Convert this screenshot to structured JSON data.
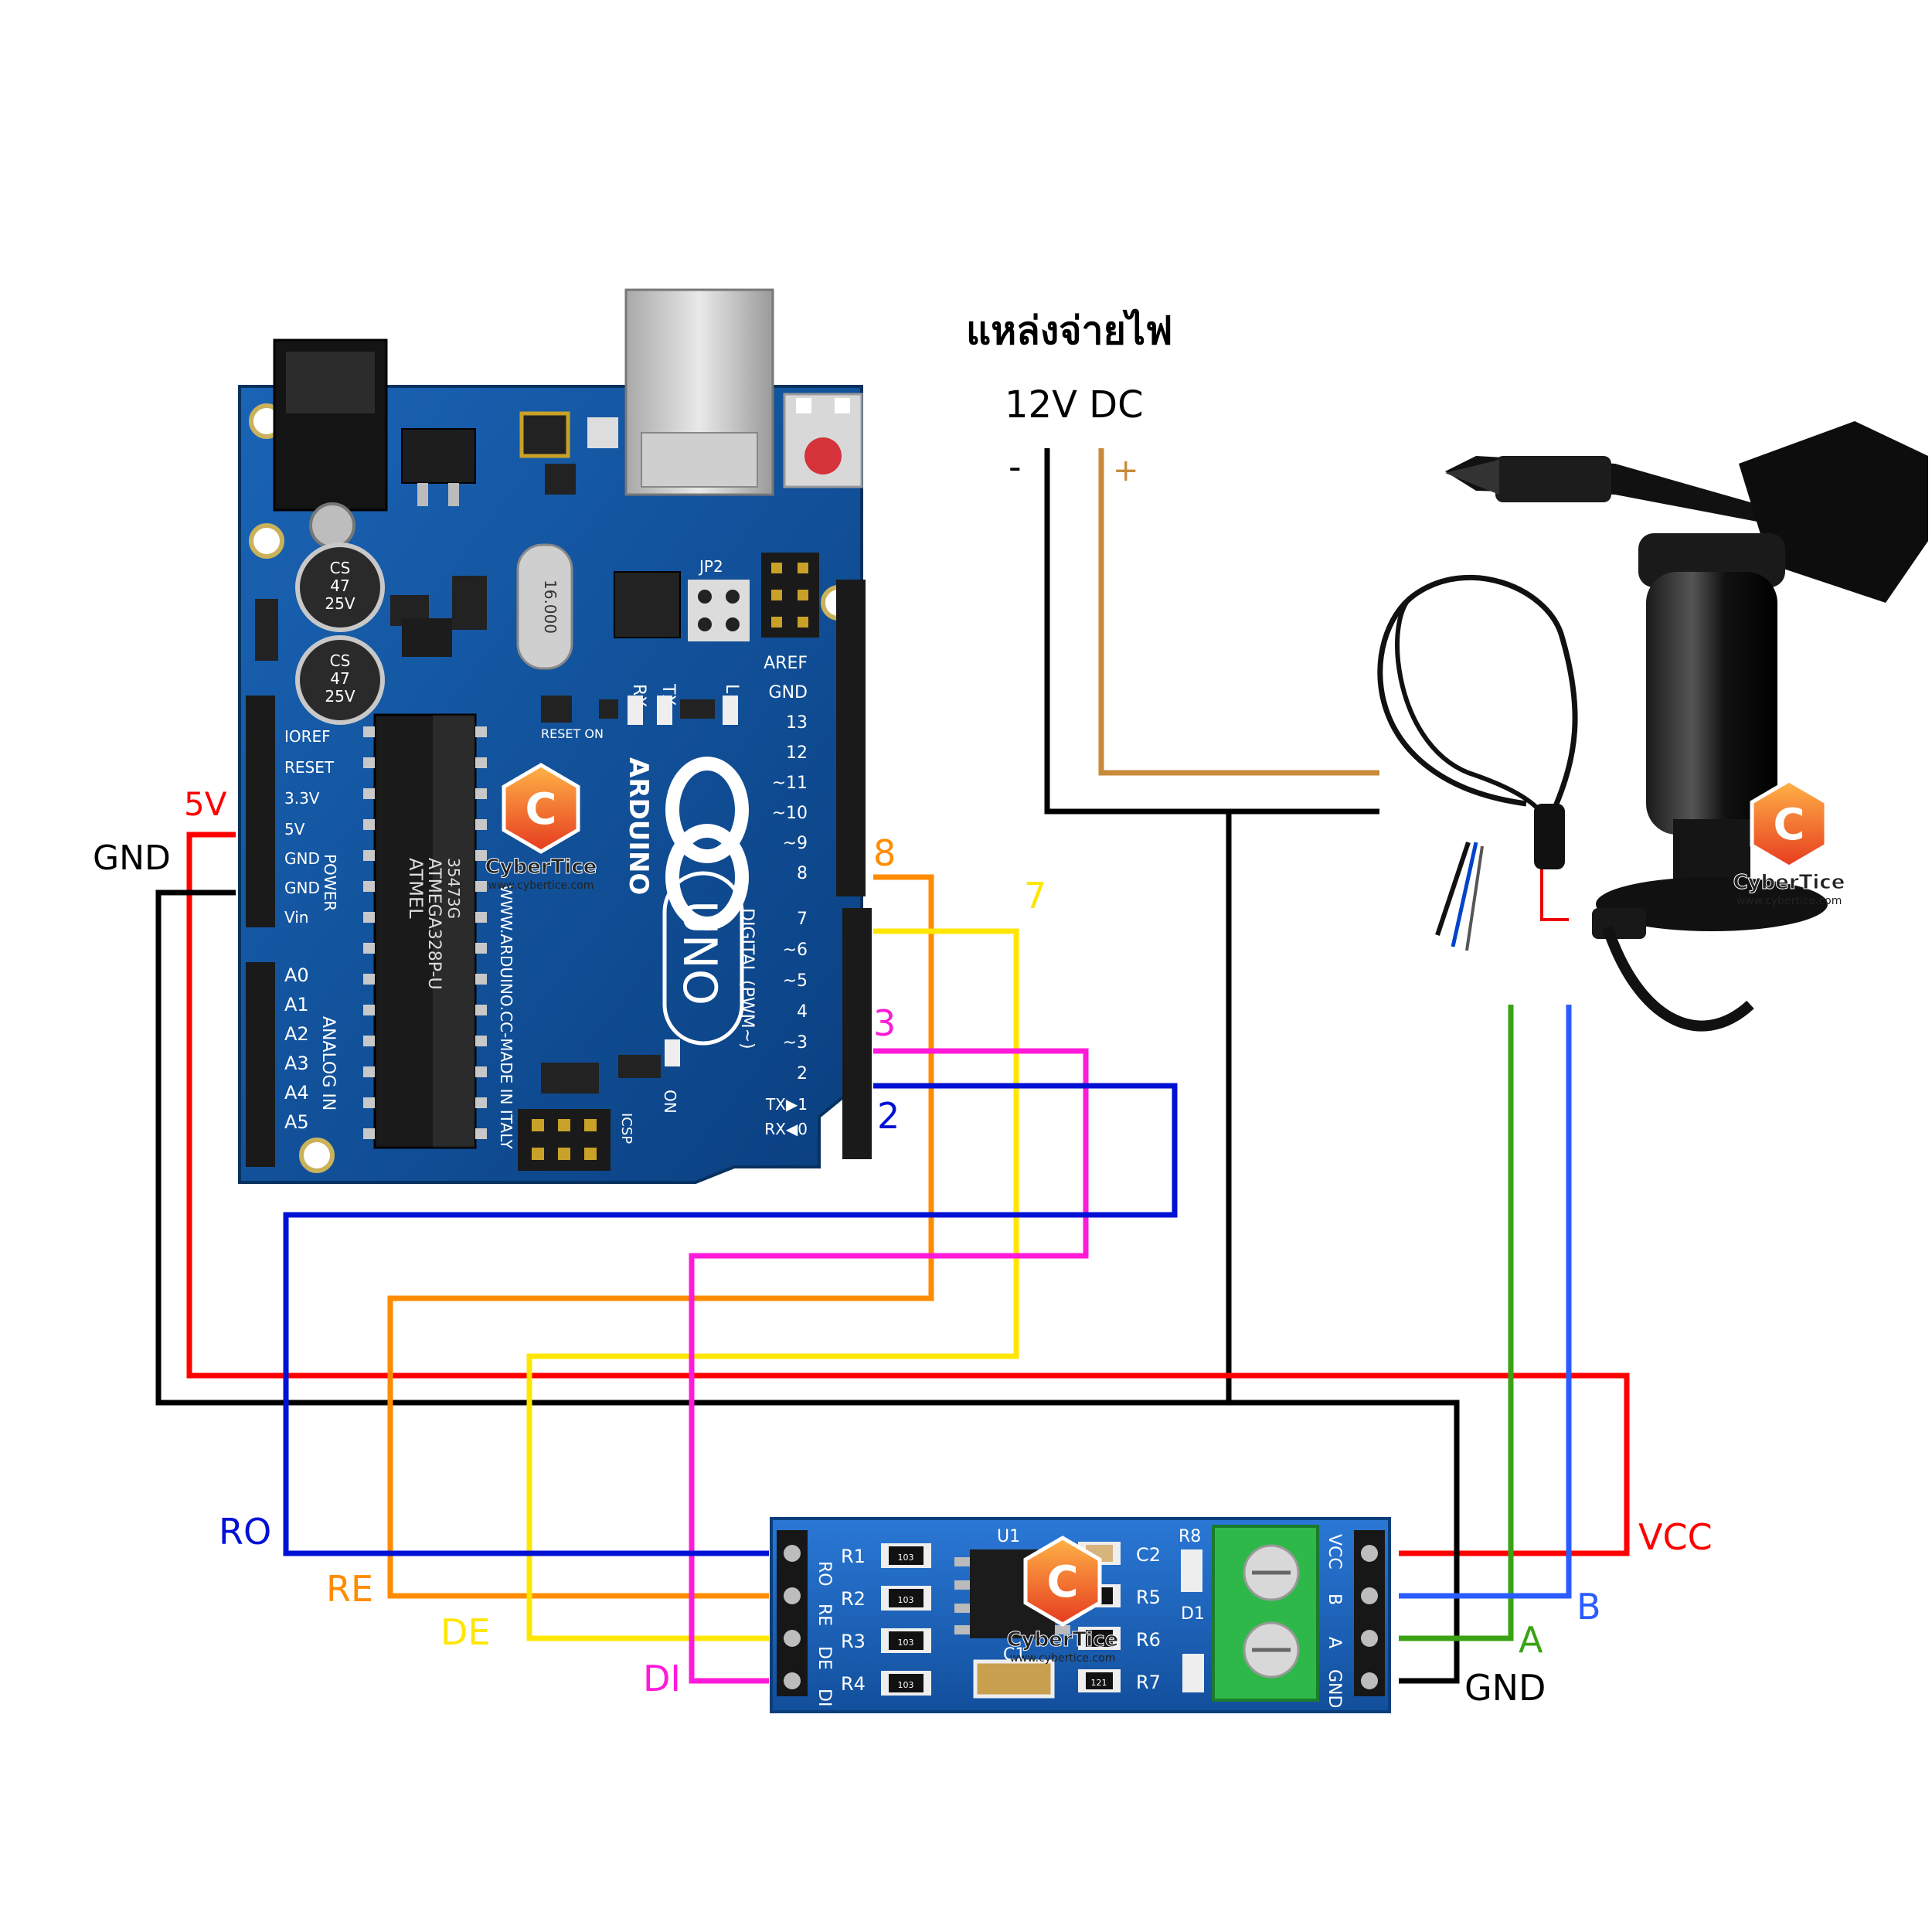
{
  "power_supply": {
    "title": "แหล่งจ่ายไฟ",
    "voltage": "12V DC",
    "minus": "-",
    "plus": "+"
  },
  "arduino": {
    "brand": "ARDUINO",
    "model": "UNO",
    "chip_brand": "ATMEL",
    "chip_model": "ATMEGA328P-U",
    "chip_code": "35473G",
    "website": "WWW.ARDUINO.CC-MADE IN ITALY",
    "crystal": "16.000",
    "cap_text_1": "CS",
    "cap_text_2": "47",
    "cap_text_3": "25V",
    "jp2": "JP2",
    "rx": "RX",
    "tx": "TX",
    "led_l": "L",
    "reset_on": "RESET ON",
    "on": "ON",
    "icsp": "ICSP",
    "power_label": "POWER",
    "analog_label": "ANALOG IN",
    "digital_label": "DIGITAL (PWM~)",
    "power_pins": [
      "IOREF",
      "RESET",
      "3.3V",
      "5V",
      "GND",
      "GND",
      "Vin"
    ],
    "analog_pins": [
      "A0",
      "A1",
      "A2",
      "A3",
      "A4",
      "A5"
    ],
    "digital_top_pins": [
      "AREF",
      "GND",
      "13",
      "12",
      "~11",
      "~10",
      "~9",
      "8"
    ],
    "digital_bottom_pins": [
      "7",
      "~6",
      "~5",
      "4",
      "~3",
      "2",
      "TX▶1",
      "RX◀0"
    ]
  },
  "wire_labels": {
    "v5": "5V",
    "gnd_left": "GND",
    "pin8": "8",
    "pin7": "7",
    "pin3": "3",
    "pin2": "2",
    "ro": "RO",
    "re": "RE",
    "de": "DE",
    "di": "DI",
    "vcc": "VCC",
    "b": "B",
    "a": "A",
    "gnd_right": "GND"
  },
  "rs485": {
    "pins_left": [
      "RO",
      "RE",
      "DE",
      "DI"
    ],
    "pins_right": [
      "VCC",
      "B",
      "A",
      "GND"
    ],
    "resistors_left": [
      "R1",
      "R2",
      "R3",
      "R4"
    ],
    "resistors_right": [
      "C2",
      "R5",
      "R6",
      "R7"
    ],
    "u1": "U1",
    "r8": "R8",
    "c1": "C1",
    "d1": "D1",
    "smd_codes": [
      "103",
      "103",
      "103",
      "103",
      "121"
    ]
  },
  "watermark": {
    "logo_letter": "C",
    "brand": "CyberTice",
    "url": "www.cybertice.com"
  },
  "colors": {
    "red": "#ff0000",
    "black": "#000000",
    "orange": "#ff8c00",
    "yellow": "#ffe600",
    "magenta": "#ff1ad9",
    "blue": "#0010d4",
    "green": "#3aa315",
    "light_blue": "#2b5cff",
    "brown": "#c98a3a",
    "board_blue": "#0f4f9a"
  }
}
